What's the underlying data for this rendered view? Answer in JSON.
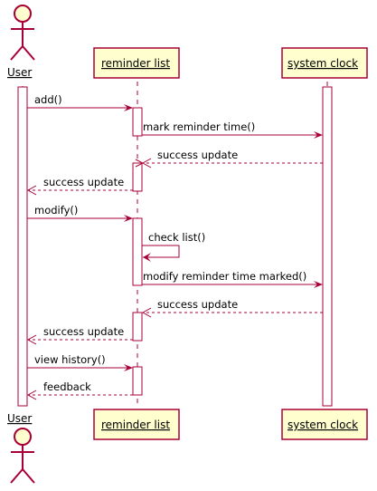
{
  "participants": {
    "user": "User",
    "reminder_list": "reminder list",
    "system_clock": "system clock"
  },
  "messages": [
    {
      "label": "add()"
    },
    {
      "label": "mark reminder time()"
    },
    {
      "label": "success update"
    },
    {
      "label": "success update"
    },
    {
      "label": "modify()"
    },
    {
      "label": "check list()"
    },
    {
      "label": "modify reminder time marked()"
    },
    {
      "label": "success update"
    },
    {
      "label": "success update"
    },
    {
      "label": "view history()"
    },
    {
      "label": "feedback"
    }
  ],
  "colors": {
    "actor_fill": "#FEFECE",
    "actor_stroke": "#A80036",
    "participant_fill": "#FEFECE",
    "participant_stroke": "#A80036",
    "arrow": "#A80036",
    "lifeline": "#A80036"
  }
}
